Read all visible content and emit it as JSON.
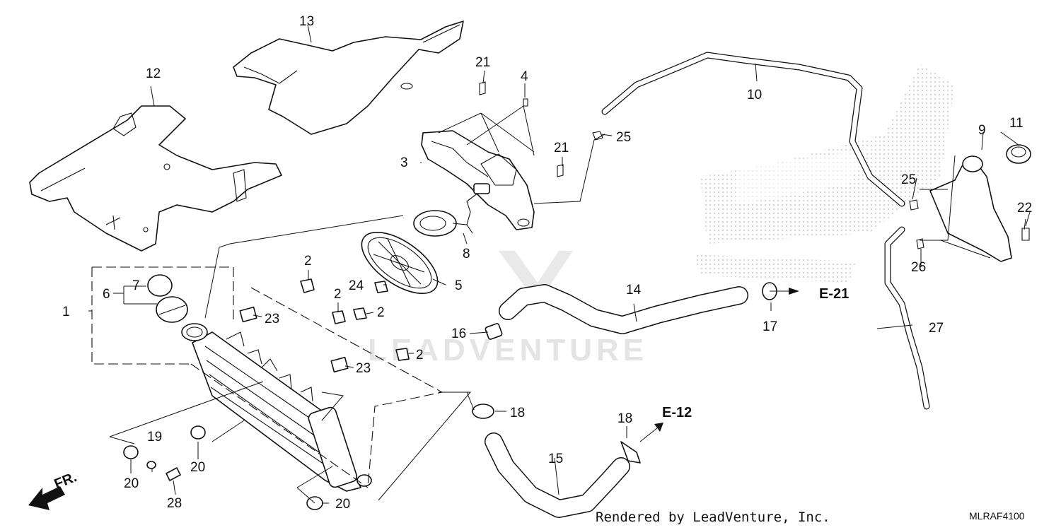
{
  "callouts": {
    "c1": "1",
    "c2a": "2",
    "c2b": "2",
    "c2c": "2",
    "c2d": "2",
    "c3": "3",
    "c4": "4",
    "c5": "5",
    "c6": "6",
    "c7": "7",
    "c8": "8",
    "c9": "9",
    "c10": "10",
    "c11": "11",
    "c12": "12",
    "c13": "13",
    "c14": "14",
    "c15": "15",
    "c16": "16",
    "c17": "17",
    "c18a": "18",
    "c18b": "18",
    "c19": "19",
    "c20a": "20",
    "c20b": "20",
    "c20c": "20",
    "c21a": "21",
    "c21b": "21",
    "c22": "22",
    "c23a": "23",
    "c23b": "23",
    "c24": "24",
    "c25a": "25",
    "c25b": "25",
    "c26": "26",
    "c27": "27",
    "c28": "28"
  },
  "refs": {
    "e21": "E-21",
    "e12": "E-12"
  },
  "direction_marker": "FR.",
  "footer": {
    "credit": "Rendered by LeadVenture, Inc.",
    "code": "MLRAF4100"
  },
  "watermark": "LEADVENTURE"
}
